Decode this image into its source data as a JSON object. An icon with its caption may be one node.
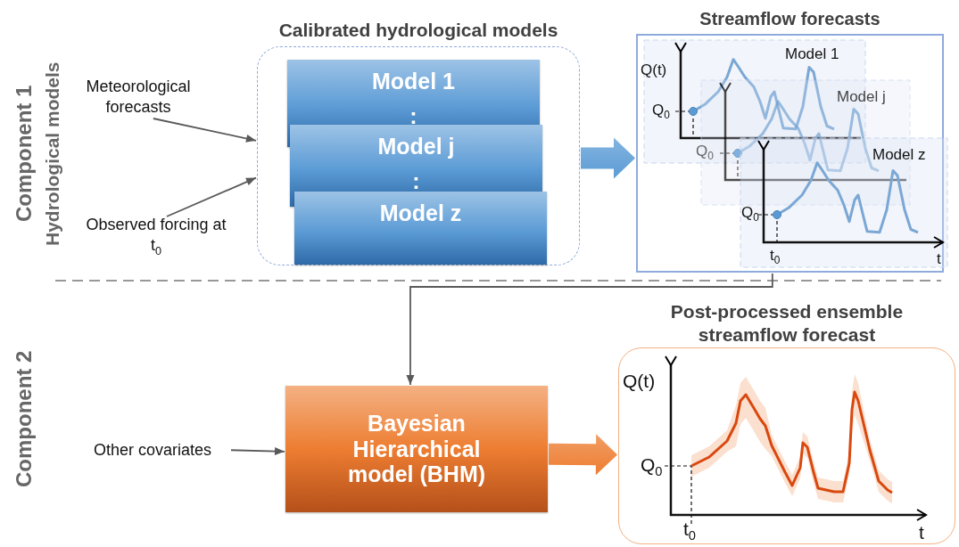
{
  "diagram": {
    "nodes": [
      {
        "text": [
          "Calibrated hydrological models"
        ]
      },
      {
        "text": [
          "Model 1",
          ":"
        ],
        "in": 0
      },
      {
        "text": [
          "Model j",
          ":"
        ],
        "in": 0
      },
      {
        "text": [
          "Model z"
        ],
        "in": 0
      },
      {
        "text": [
          "Meteorological forecasts"
        ]
      },
      {
        "text": [
          "Observed forcing at t$_{0}$"
        ]
      },
      {
        "text": [
          "Streamflow forecasts"
        ]
      },
      {
        "text": [
          "Bayesian Hierarchical model (BHM)"
        ]
      },
      {
        "text": [
          "Other covariates"
        ]
      },
      {
        "text": [
          "Post-processed ensemble streamflow forecast"
        ]
      }
    ],
    "edges": [
      {
        "from": 4,
        "to": 0,
        "arrow": "to"
      },
      {
        "from": 5,
        "to": 0,
        "arrow": "to"
      },
      {
        "from": 0,
        "to": 6,
        "arrow": "to",
        "style": "thick",
        "color": "#5b9bd5"
      },
      {
        "from": 6,
        "to": 7,
        "arrow": "to"
      },
      {
        "from": 8,
        "to": 7,
        "arrow": "to"
      },
      {
        "from": 7,
        "to": 9,
        "arrow": "to",
        "style": "thick",
        "color": "#ed7d31"
      }
    ],
    "labels": [
      "Component 1",
      "Hydrological models",
      "Component 2",
      "Q(t)",
      "Model 1",
      "Model j",
      "Q$_{0}$",
      "Q$_{0}$",
      "Model z",
      "Q$_{0}$",
      "t$_{0}$",
      "t",
      "Q(t)",
      "Q$_{0}$",
      "t$_{0}$",
      "t"
    ]
  }
}
